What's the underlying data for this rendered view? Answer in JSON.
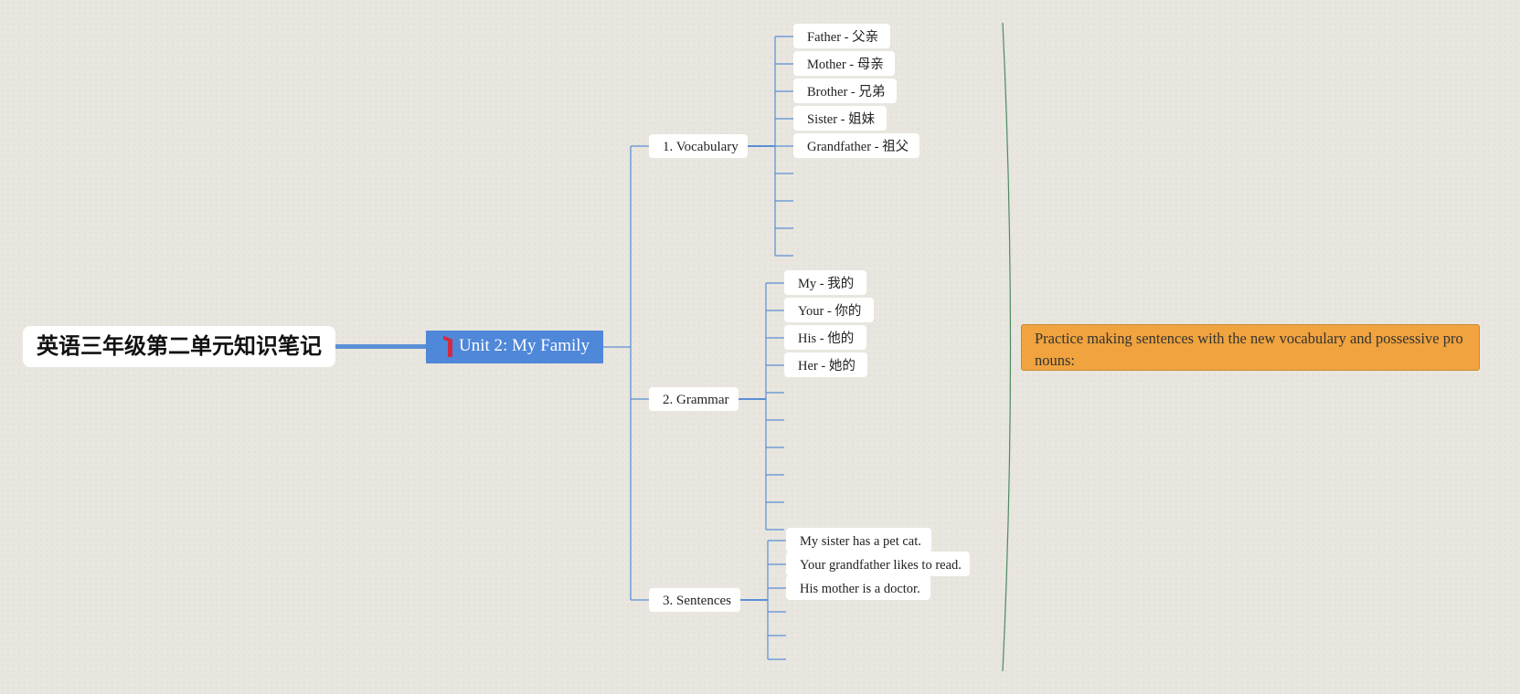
{
  "root": {
    "title": "英语三年级第二单元知识笔记"
  },
  "unit": {
    "label": "Unit 2: My Family"
  },
  "branches": [
    {
      "label": "1. Vocabulary",
      "items": [
        "Father - 父亲",
        "Mother - 母亲",
        "Brother - 兄弟",
        "Sister - 姐妹",
        "Grandfather - 祖父"
      ],
      "empty_slots": 4
    },
    {
      "label": "2. Grammar",
      "items": [
        "My - 我的",
        "Your - 你的",
        "His - 他的",
        "Her - 她的"
      ],
      "empty_slots": 6
    },
    {
      "label": "3. Sentences",
      "items": [
        "My sister has a pet cat.",
        "Your grandfather likes to read.",
        "His mother is a doctor."
      ],
      "empty_slots": 3
    }
  ],
  "summary": {
    "text": "Practice making sentences with the new vocabulary and possessive pronouns:"
  },
  "colors": {
    "background": "#e8e6de",
    "main_topic": "#4f87d9",
    "accent_mark": "#d22a3f",
    "connector": "#5b8fd6",
    "summary_fill": "#f0a33e",
    "summary_bracket": "#4e8a62"
  }
}
